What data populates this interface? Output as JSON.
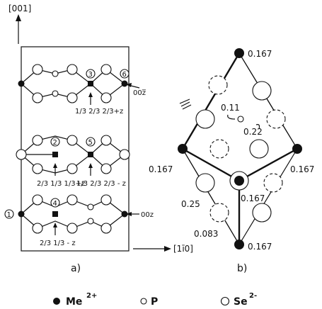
{
  "panel_a": {
    "axis_top": "[001]",
    "axis_right": "[1ī0]",
    "caption": "a)",
    "markers": [
      "①",
      "②",
      "③",
      "④",
      "⑤",
      "⑥"
    ],
    "sublabels": {
      "top": "1/3 2/3 2/3+z",
      "mid_left": "2/3 1/3 1/3+z",
      "mid_right": "1/3 2/3 2/3 - z",
      "bottom": "2/3 1/3 - z",
      "right_top": "00z̅",
      "right_bottom": "00z"
    }
  },
  "panel_b": {
    "caption": "b)",
    "values": [
      "0.167",
      "0.167",
      "0.167",
      "0.167",
      "0.167",
      "0.11",
      "0.22",
      "0.25",
      "0.083"
    ]
  },
  "legend": {
    "me": "Me",
    "me_sup": "2+",
    "p": "P",
    "se": "Se",
    "se_sup": "2-"
  }
}
